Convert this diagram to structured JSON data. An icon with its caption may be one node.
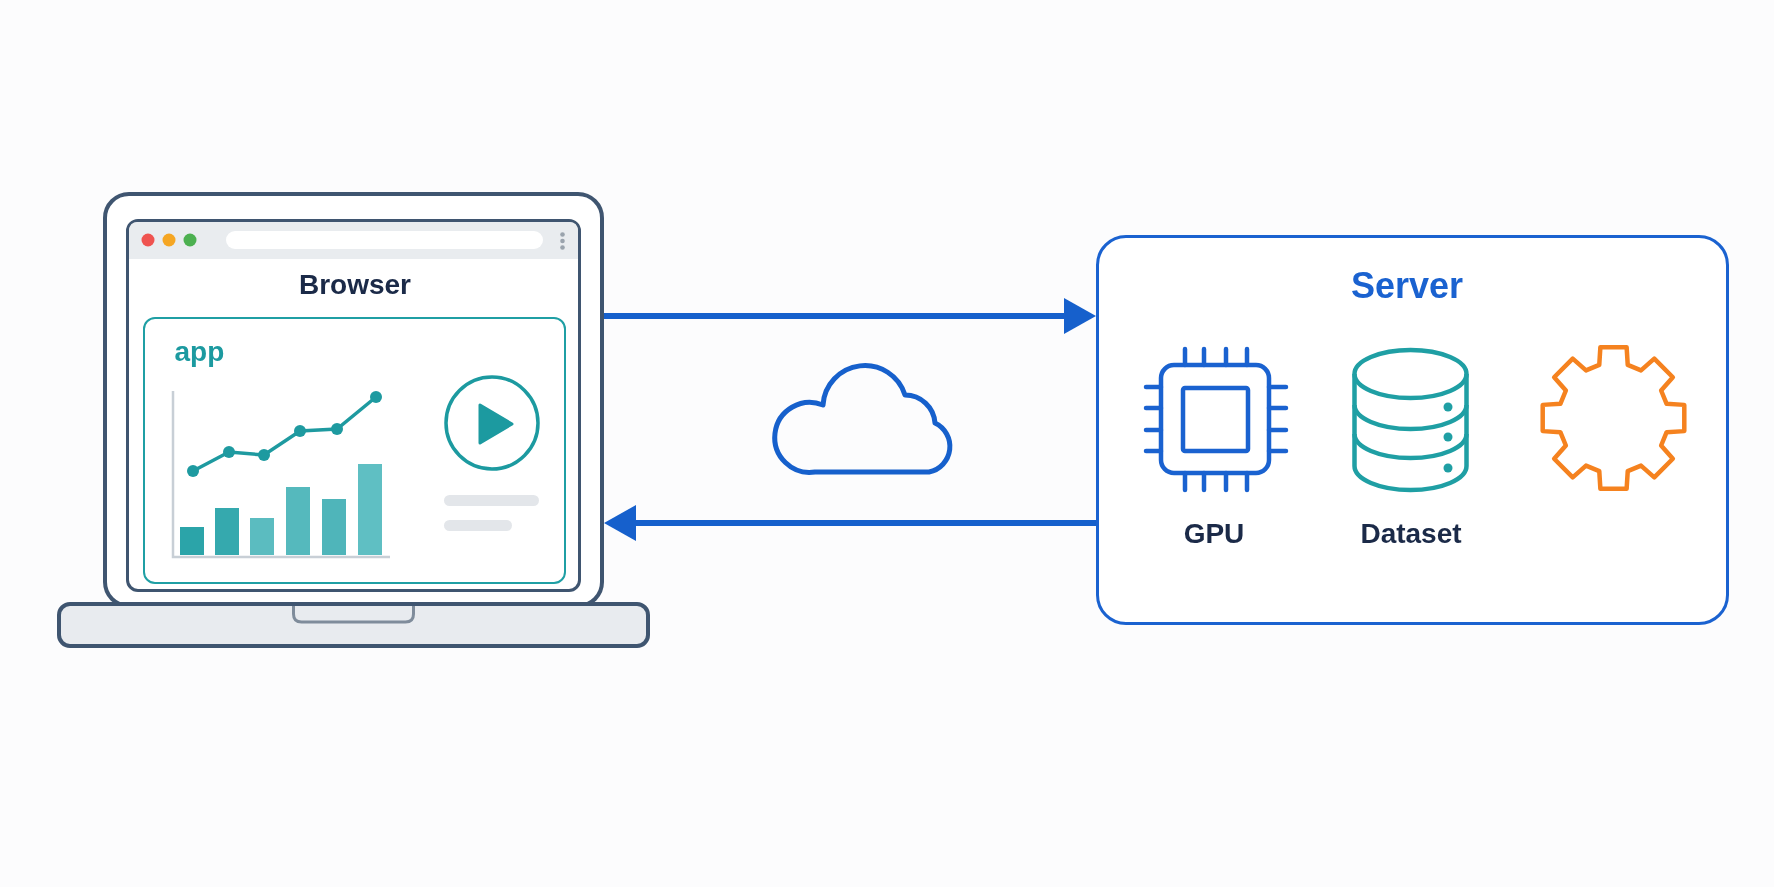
{
  "diagram": {
    "nodes": [
      {
        "text": [],
        "shape": "laptop"
      },
      {
        "text": [
          "Browser"
        ],
        "in": 0
      },
      {
        "text": [
          "app"
        ],
        "in": 1
      },
      {
        "text": [
          "Server"
        ]
      },
      {
        "text": [
          "GPU"
        ],
        "in": 3
      },
      {
        "text": [
          "Dataset"
        ],
        "in": 3
      },
      {
        "text": [],
        "shape": "gear",
        "in": 3
      }
    ],
    "edges": [
      {
        "from": 0,
        "to": 3,
        "arrow": "to"
      },
      {
        "from": 3,
        "to": 0,
        "arrow": "to"
      }
    ]
  }
}
